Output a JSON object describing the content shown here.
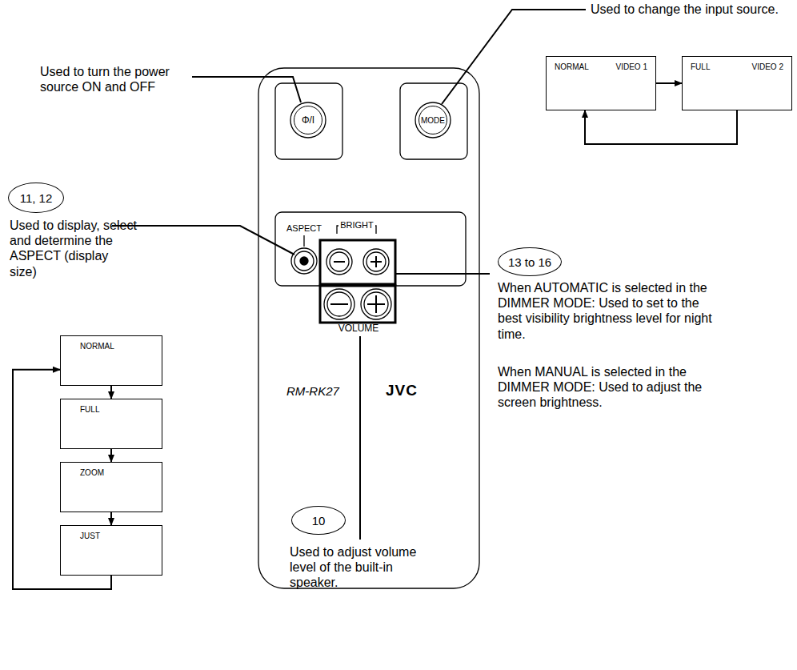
{
  "diagram": {
    "nodes": [
      {
        "text": [
          "Φ/I"
        ]
      },
      {
        "text": [
          "MODE"
        ]
      },
      {
        "text": [
          "NORMAL",
          "VIDEO 1"
        ]
      },
      {
        "text": [
          "FULL",
          "VIDEO 2"
        ]
      },
      {
        "text": [
          "11, 12"
        ]
      },
      {
        "text": [
          "13 to 16"
        ]
      },
      {
        "text": [
          "NORMAL"
        ]
      },
      {
        "text": [
          "FULL"
        ]
      },
      {
        "text": [
          "ZOOM"
        ]
      },
      {
        "text": [
          "JUST"
        ]
      },
      {
        "text": [
          "10"
        ]
      }
    ],
    "edges": [
      {
        "from": 2,
        "to": 3,
        "arrow": "to"
      },
      {
        "from": 3,
        "to": 2,
        "arrow": "to"
      },
      {
        "from": 6,
        "to": 7,
        "arrow": "to"
      },
      {
        "from": 7,
        "to": 8,
        "arrow": "to"
      },
      {
        "from": 8,
        "to": 9,
        "arrow": "to"
      },
      {
        "from": 9,
        "to": 6,
        "arrow": "to"
      }
    ],
    "labels": [
      "Used to turn the power source ON and OFF",
      "Used to change the input source.",
      "Used to display, select and determine the ASPECT (display size)",
      "ASPECT",
      "BRIGHT",
      "VOLUME",
      "RM-RK27",
      "JVC",
      "When AUTOMATIC is selected in the DIMMER MODE: Used to set to the best visibility brightness level for night time.",
      "When MANUAL is selected in the DIMMER MODE: Used to adjust the screen brightness.",
      "Used to adjust volume level of the built-in speaker."
    ]
  }
}
